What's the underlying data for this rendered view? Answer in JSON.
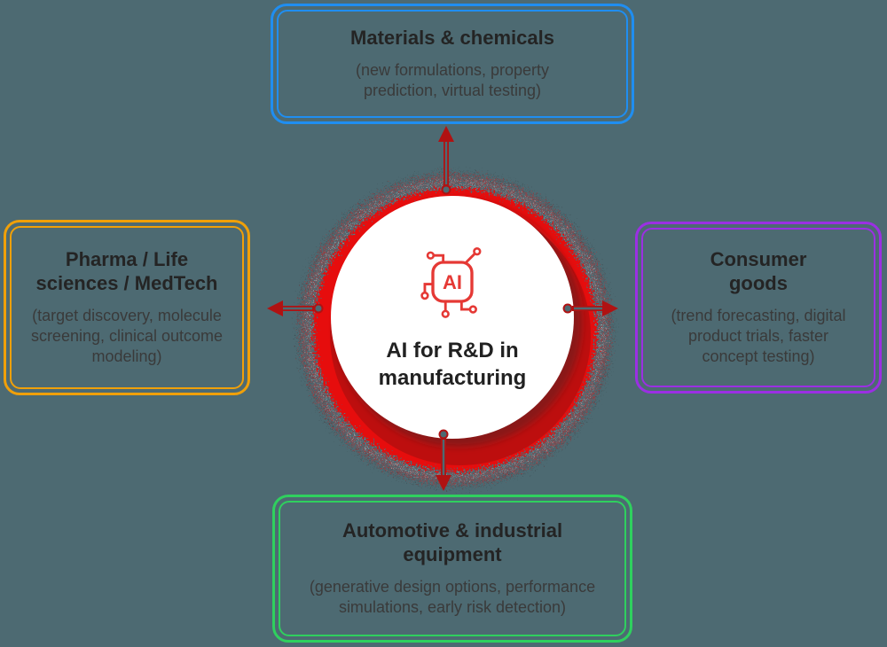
{
  "diagram_title": "AI for R&D in manufacturing",
  "colors": {
    "background": "#4d6a72",
    "ring_red": "#e60d0d",
    "ring_dark_red": "#bd0e0e",
    "arrow_red": "#b01212",
    "icon_red": "#e53935",
    "circle_white": "#ffffff",
    "title_text": "#242424",
    "subtitle_text": "#3a3a3a"
  },
  "center": {
    "label": "AI for R&D in\nmanufacturing",
    "icon_label": "AI"
  },
  "nodes": [
    {
      "id": "materials-chemicals",
      "position": "top",
      "border_color": "#1f8ef1",
      "title": "Materials & chemicals",
      "subtitle": "(new formulations, property\nprediction, virtual testing)"
    },
    {
      "id": "pharma-life-sciences-medtech",
      "position": "left",
      "border_color": "#f0a009",
      "title": "Pharma / Life\nsciences / MedTech",
      "subtitle": "(target discovery, molecule\nscreening, clinical outcome\nmodeling)"
    },
    {
      "id": "consumer-goods",
      "position": "right",
      "border_color": "#9b2fe3",
      "title": "Consumer\ngoods",
      "subtitle": "(trend forecasting, digital\nproduct trials, faster\nconcept testing)"
    },
    {
      "id": "automotive-industrial-equipment",
      "position": "bottom",
      "border_color": "#2fd05e",
      "title": "Automotive & industrial\nequipment",
      "subtitle": "(generative design options, performance\nsimulations, early risk detection)"
    }
  ],
  "connectors": {
    "color": "#b01212",
    "directions": [
      "up",
      "left",
      "right",
      "down"
    ]
  }
}
